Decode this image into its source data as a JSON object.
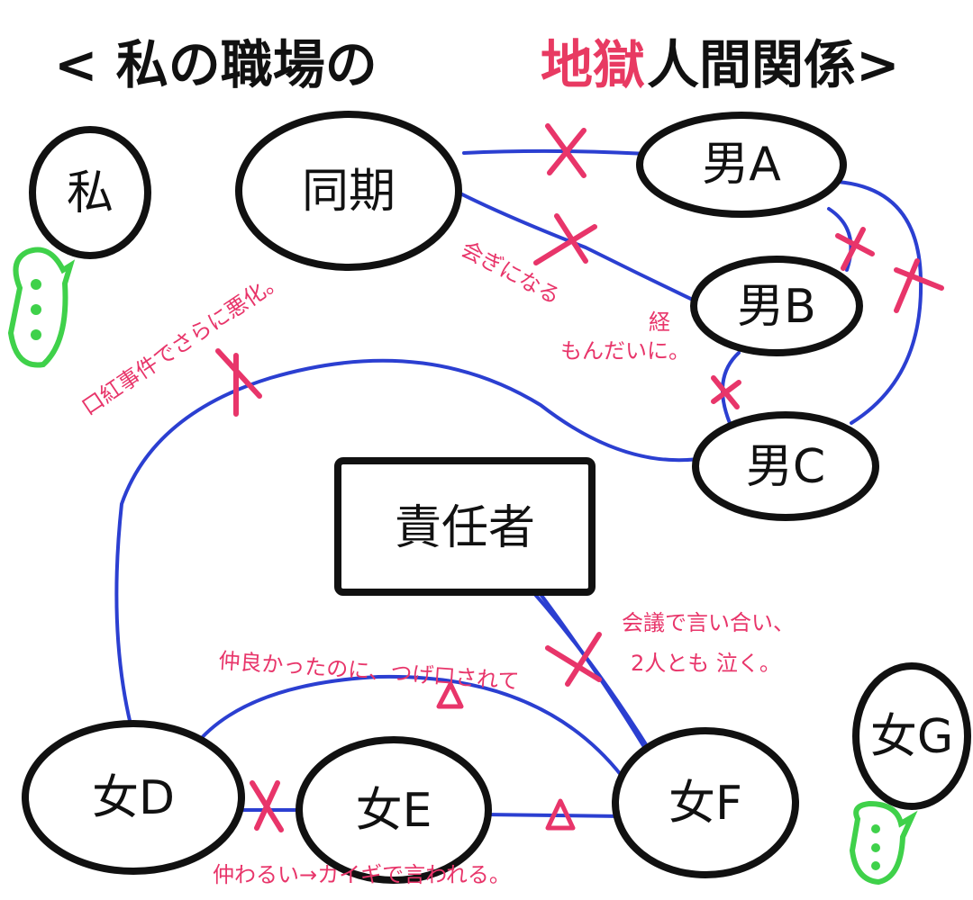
{
  "title": {
    "prefix": "< 私の職場の",
    "emphasis": "地獄",
    "suffix": "人間関係>"
  },
  "nodes": {
    "me": "私",
    "douki": "同期",
    "man_a": "男A",
    "man_b": "男B",
    "man_c": "男C",
    "manager": "責任者",
    "woman_d": "女D",
    "woman_e": "女E",
    "woman_f": "女F",
    "woman_g": "女G"
  },
  "speech": {
    "me": "⋮",
    "woman_g": "⋮"
  },
  "notes": {
    "kaiwa": "会ぎになる",
    "kaiwa_line2": "経",
    "mondai": "もんだいに。",
    "lipstick": "口紅事件でさらに悪化。",
    "kaigi": "会議で言い合い、",
    "kaigi_line2": "2人とも 泣く。",
    "nakayoshi": "仲良かったのに、つげ口されて",
    "nakawarui": "仲わるい→カイギで言われる。"
  },
  "colors": {
    "edge": "#2b3fd1",
    "conflict": "#e8356a",
    "speech_bubble": "#3fd14a",
    "outline": "#111111"
  }
}
